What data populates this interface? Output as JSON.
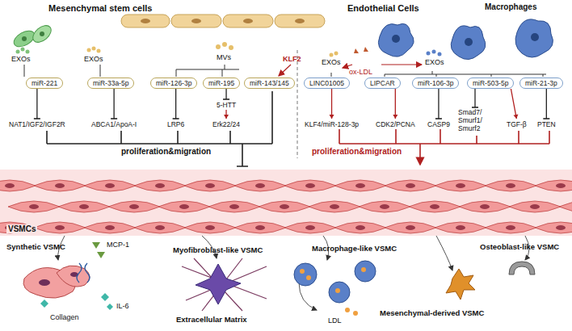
{
  "diagram": {
    "nodes": [
      {
        "text": [
          "miR-221"
        ]
      },
      {
        "text": [
          "miR-33a-5p"
        ]
      },
      {
        "text": [
          "miR-126-3p"
        ]
      },
      {
        "text": [
          "miR-195"
        ]
      },
      {
        "text": [
          "miR-143/145"
        ]
      },
      {
        "text": [
          "LINC01005"
        ]
      },
      {
        "text": [
          "LIPCAR"
        ]
      },
      {
        "text": [
          "miR-106-3p"
        ]
      },
      {
        "text": [
          "miR-503-5p"
        ]
      },
      {
        "text": [
          "miR-21-3p"
        ]
      },
      {
        "text": [
          "NAT1/IGF2/IGF2R"
        ]
      },
      {
        "text": [
          "ABCA1/ApoA-I"
        ]
      },
      {
        "text": [
          "LRP6"
        ]
      },
      {
        "text": [
          "5-HTT"
        ]
      },
      {
        "text": [
          "Erk22/24"
        ]
      },
      {
        "text": [
          "KLF4/miR-128-3p"
        ]
      },
      {
        "text": [
          "CDK2/PCNA"
        ]
      },
      {
        "text": [
          "CASP9"
        ]
      },
      {
        "text": [
          "Smad7/ Smurf1/ Smurf2"
        ]
      },
      {
        "text": [
          "TGF-β"
        ]
      },
      {
        "text": [
          "PTEN"
        ]
      }
    ],
    "edges": [
      {
        "from": 0,
        "to": 10,
        "arrow": "to"
      },
      {
        "from": 1,
        "to": 11,
        "arrow": "to"
      },
      {
        "from": 2,
        "to": 12,
        "arrow": "to"
      },
      {
        "from": 3,
        "to": 13,
        "arrow": "to"
      },
      {
        "from": 13,
        "to": 14,
        "arrow": "to"
      },
      {
        "from": 5,
        "to": 15,
        "arrow": "to"
      },
      {
        "from": 6,
        "to": 16,
        "arrow": "to"
      },
      {
        "from": 7,
        "to": 17,
        "arrow": "to"
      },
      {
        "from": 8,
        "to": 18,
        "arrow": "to"
      },
      {
        "from": 8,
        "to": 19,
        "arrow": "to"
      },
      {
        "from": 9,
        "to": 20,
        "arrow": "to"
      }
    ],
    "labels": [
      "Mesenchymal stem cells",
      "Endothelial Cells",
      "Macrophages",
      "EXOs",
      "EXOs",
      "MVs",
      "KLF2",
      "EXOs",
      "ox-LDL",
      "EXOs",
      "proliferation&migration",
      "proliferation&migration",
      "VSMCs",
      "Synthetic VSMC",
      "MCP-1",
      "Myofibroblast-like VSMC",
      "Macrophage-like VSMC",
      "Osteoblast-like VSMC",
      "Collagen",
      "IL-6",
      "Extracellular Matrix",
      "LDL",
      "Mesenchymal-derived VSMC"
    ]
  }
}
